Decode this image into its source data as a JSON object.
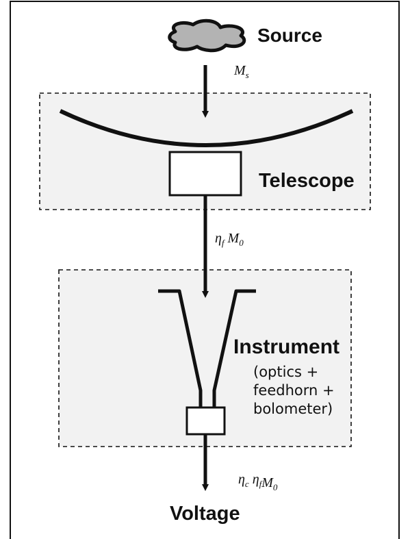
{
  "source_label": "Source",
  "telescope_label": "Telescope",
  "instrument_label": "Instrument",
  "instrument_detail": [
    "(optics +",
    "feedhorn +",
    "bolometer)"
  ],
  "output_label": "Voltage",
  "signal_source": {
    "main": "M",
    "sub": "s"
  },
  "signal_after_telescope": {
    "eta": "η",
    "eta_sub": "f",
    "main": "M",
    "sub": "0"
  },
  "signal_after_instrument": {
    "eta1": "η",
    "eta1_sub": "c",
    "eta2": "η",
    "eta2_sub": "f",
    "main": "M",
    "sub": "0"
  },
  "colors": {
    "line": "#111111",
    "box_fill": "#f2f2f2",
    "source_fill": "#b3b3b3"
  }
}
